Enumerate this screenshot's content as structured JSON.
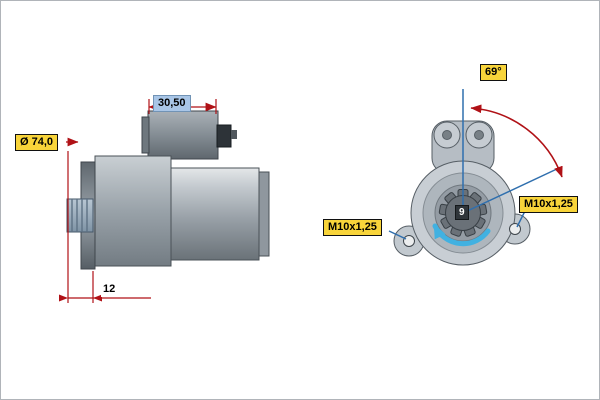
{
  "drawing": {
    "title_hint": "starter motor technical drawing, side view and mounting-flange front view",
    "side_view": {
      "flange_diameter_label": "Ø 74,0",
      "solenoid_dimension_label": "30,50",
      "pinion_offset_label": "12"
    },
    "front_view": {
      "mounting_angle_label": "69°",
      "thread_size_left_label": "M10x1,25",
      "thread_size_right_label": "M10x1,25",
      "pinion_tooth_count": "9"
    },
    "colors": {
      "dimension_red": "#b01116",
      "leader_blue": "#2f6fae",
      "rotation_arrow_cyan": "#41b1e1",
      "callout_yellow": "#f8d43a",
      "callout_blue": "#a9c6e7"
    }
  }
}
